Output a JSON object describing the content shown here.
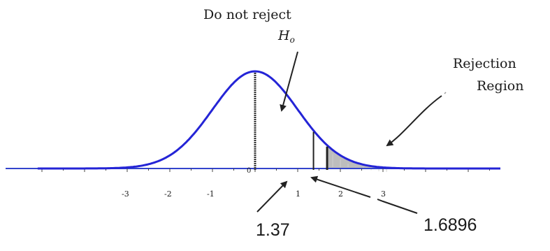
{
  "diagram": {
    "annotations": {
      "do_not_reject_line1": "Do not reject",
      "do_not_reject_symbol": "H",
      "do_not_reject_subscript": "o",
      "rejection_line1": "Rejection",
      "rejection_line2": "Region"
    },
    "callouts": {
      "test_statistic": "1.37",
      "critical_value": "1.6896"
    },
    "axis": {
      "origin_label": "0",
      "tick_labels": [
        "-3",
        "-2",
        "-1",
        "1",
        "2",
        "3"
      ]
    },
    "colors": {
      "curve": "#2424d6",
      "axis": "#3344cc",
      "rejection_fill": "#bdbdbd",
      "ink": "#222222"
    },
    "distribution": {
      "type": "normal",
      "x_range": [
        -5.1,
        5.9
      ],
      "critical_value": 1.6896,
      "test_statistic": 1.37
    }
  }
}
